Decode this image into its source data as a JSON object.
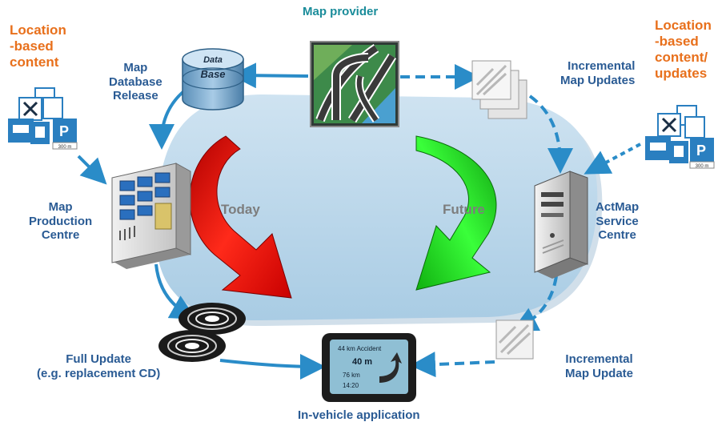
{
  "labels": {
    "map_provider": "Map provider",
    "lbc_left": [
      "Location",
      "-based",
      "content"
    ],
    "map_db_release": [
      "Map",
      "Database",
      "Release"
    ],
    "incremental_updates": [
      "Incremental",
      "Map Updates"
    ],
    "lbc_right": [
      "Location",
      "-based",
      "content/",
      "updates"
    ],
    "map_production": [
      "Map",
      "Production",
      "Centre"
    ],
    "actmap_centre": [
      "ActMap",
      "Service",
      "Centre"
    ],
    "today": "Today",
    "future": "Future",
    "full_update": [
      "Full Update",
      "(e.g. replacement CD)"
    ],
    "incremental_update": [
      "Incremental",
      "Map Update"
    ],
    "in_vehicle": "In-vehicle application",
    "database_icon": [
      "Data",
      "Base"
    ]
  },
  "nav_screen": {
    "line1": "44 km Accident",
    "line2": "40 m",
    "line3": "76 km",
    "line4": "14:20"
  },
  "poi_sign_text": "300 m",
  "colors": {
    "label_blue": "#2a5b94",
    "label_orange": "#e8701c",
    "label_teal": "#1a8c9a",
    "arrow_blue": "#2a8cc8",
    "today_red": "#e01010",
    "future_green": "#18d018",
    "cloud": "#b8d6ea"
  },
  "icons": [
    "database-icon",
    "map-provider-icon",
    "document-stack-icon",
    "poi-signs-icon",
    "production-rack-icon",
    "server-tower-icon",
    "cd-discs-icon",
    "navigation-device-icon"
  ]
}
